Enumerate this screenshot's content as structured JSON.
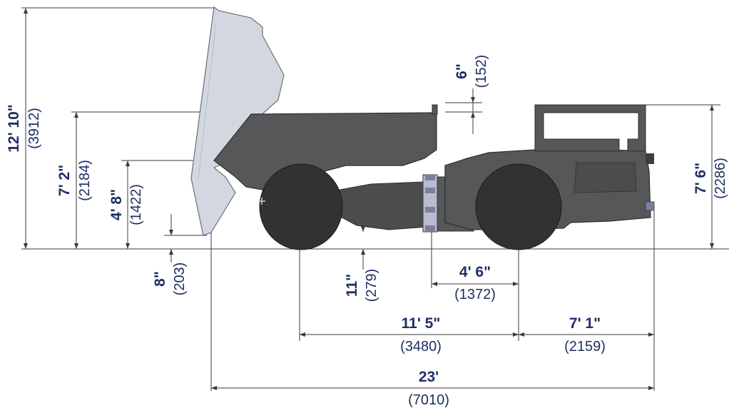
{
  "dimensions": {
    "raised_height": {
      "imperial": "12' 10\"",
      "metric": "(3912)"
    },
    "box_height": {
      "imperial": "7' 2\"",
      "metric": "(2184)"
    },
    "dump_hinge_height": {
      "imperial": "4' 8\"",
      "metric": "(1422)"
    },
    "dump_clearance": {
      "imperial": "8\"",
      "metric": "(203)"
    },
    "underbody_clearance": {
      "imperial": "11\"",
      "metric": "(279)"
    },
    "box_lip": {
      "imperial": "6\"",
      "metric": "(152)"
    },
    "cab_height": {
      "imperial": "7' 6\"",
      "metric": "(2286)"
    },
    "hitch_to_rear_axle": {
      "imperial": "4' 6\"",
      "metric": "(1372)"
    },
    "wheelbase": {
      "imperial": "11' 5\"",
      "metric": "(3480)"
    },
    "rear_overhang": {
      "imperial": "7' 1\"",
      "metric": "(2159)"
    },
    "overall_length": {
      "imperial": "23'",
      "metric": "(7010)"
    }
  },
  "colors": {
    "dimension_text": "#1f2e63",
    "raised_box_fill": "#d3d8e0",
    "body_fill": "#555759",
    "body_dark": "#3c3e40",
    "tire_fill": "#303233",
    "hinge_accent": "#7b7fa0"
  }
}
